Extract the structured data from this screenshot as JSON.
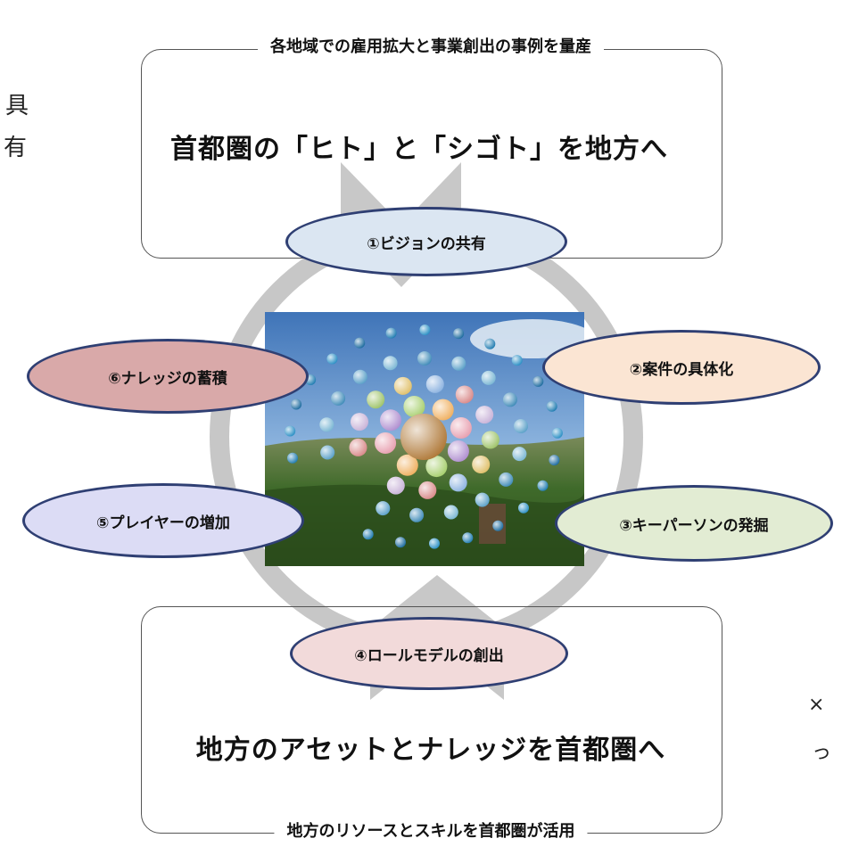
{
  "top_box": {
    "caption": "各地域での雇用拡大と事業創出の事例を量産",
    "main": "首都圏の「ヒト」と「シゴト」を地方へ"
  },
  "bottom_box": {
    "main": "地方のアセットとナレッジを首都圏へ",
    "caption": "地方のリソースとスキルを首都圏が活用"
  },
  "cycle_steps": [
    {
      "label": "①ビジョンの共有",
      "color": "#dbe6f2"
    },
    {
      "label": "②案件の具体化",
      "color": "#fbe5d3"
    },
    {
      "label": "③キーパーソンの発掘",
      "color": "#e2ecd3"
    },
    {
      "label": "④ロールモデルの創出",
      "color": "#f2dada"
    },
    {
      "label": "⑤プレイヤーの増加",
      "color": "#dcdcf5"
    },
    {
      "label": "⑥ナレッジの蓄積",
      "color": "#d9a9a9"
    }
  ],
  "ellipse_border_color": "#2f3f73",
  "ring_color": "#c7c7c7",
  "side_text": {
    "left_top": "具",
    "left_bottom": "有",
    "right_top": "×",
    "right_bottom": "っ"
  },
  "center_image": "landscape-photo-with-colored-spheres"
}
